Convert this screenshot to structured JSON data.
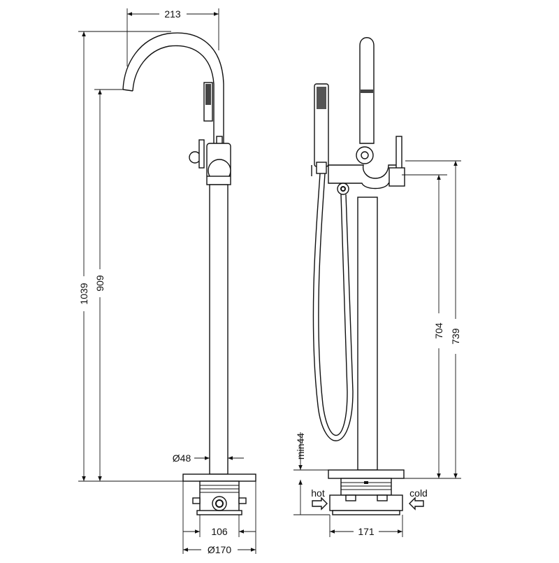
{
  "dimensions": {
    "spout_reach": "213",
    "total_height": "1039",
    "spout_height": "909",
    "pipe_diameter": "Ø48",
    "base_width": "106",
    "base_diameter": "Ø170",
    "min_depth": "min44",
    "mixer_height_lower": "704",
    "mixer_height_upper": "739",
    "side_base_width": "171"
  },
  "labels": {
    "hot": "hot",
    "cold": "cold"
  }
}
